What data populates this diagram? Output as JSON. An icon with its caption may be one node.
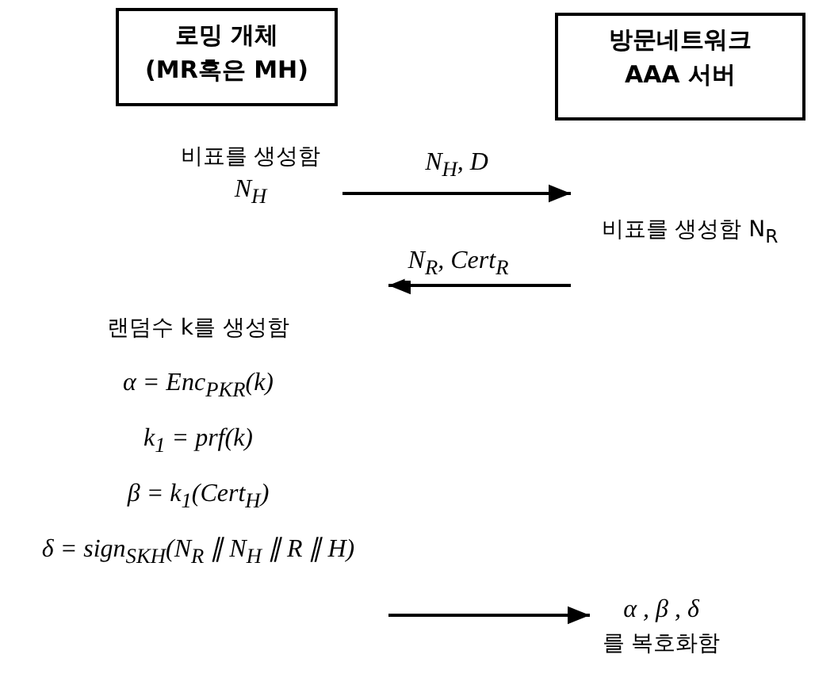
{
  "diagram": {
    "nodes": [
      {
        "text": [
          "로밍 개체",
          "(MR혹은 MH)"
        ]
      },
      {
        "text": [
          "방문네트워크",
          "AAA 서버"
        ]
      },
      {
        "text": [
          "비표를 생성함",
          "N$_{H}$"
        ]
      },
      {
        "text": [
          "비표를 생성함 N$_{R}$"
        ]
      },
      {
        "text": [
          "랜덤수 k를 생성함",
          "α = Enc$_{PK}$$_{R}$(k)",
          "k$_{1}$ = prf(k)",
          "β = k$_{1}$(Cert$_{H}$)",
          "δ = sign$_{SK}$$_{H}$(N$_{R}$ ∥ N$_{H}$ ∥ R ∥ H)"
        ]
      },
      {
        "text": [
          "α , β , δ",
          "를 복호화함"
        ]
      }
    ],
    "edges": [
      {
        "from": 2,
        "to": 3,
        "arrow": "to",
        "label": "N$_{H}$, D"
      },
      {
        "from": 3,
        "to": 4,
        "arrow": "to",
        "label": "N$_{R}$, Cert$_{R}$"
      },
      {
        "from": 4,
        "to": 5,
        "arrow": "to"
      }
    ]
  }
}
